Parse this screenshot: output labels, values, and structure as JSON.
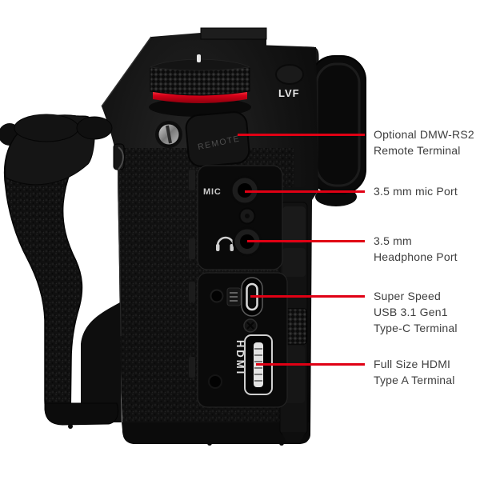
{
  "meta": {
    "description": "Side view product diagram of a black mirrorless camera with red callout lines labeling its terminals"
  },
  "colors": {
    "accent_red": "#e00014",
    "label_text": "#3e3e3e",
    "ring_red": "#d40017",
    "background": "#ffffff"
  },
  "camera": {
    "lvf_button_label": "LVF",
    "mic_port_label": "MIC",
    "hdmi_port_label": "HDMI",
    "remote_flap_label": "REMOTE"
  },
  "callouts": [
    {
      "id": "remote-terminal",
      "lines": [
        "Optional DMW-RS2",
        "Remote Terminal"
      ]
    },
    {
      "id": "mic-port",
      "lines": [
        "3.5 mm mic Port"
      ]
    },
    {
      "id": "headphone-port",
      "lines": [
        "3.5 mm",
        "Headphone Port"
      ]
    },
    {
      "id": "usb-terminal",
      "lines": [
        "Super Speed",
        "USB 3.1 Gen1",
        "Type-C Terminal"
      ]
    },
    {
      "id": "hdmi-terminal",
      "lines": [
        "Full Size HDMI",
        "Type A Terminal"
      ]
    }
  ]
}
